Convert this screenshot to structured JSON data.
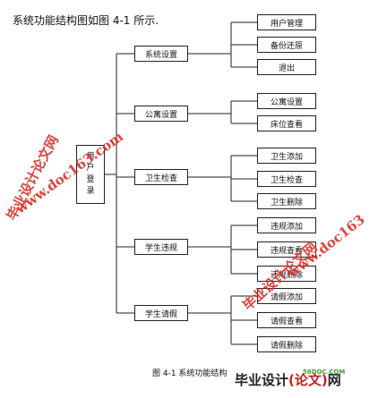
{
  "intro": "系统功能结构图如图 4-1 所示.",
  "root": {
    "chars": [
      "用",
      "户",
      "登",
      "录"
    ]
  },
  "modules": [
    {
      "label": "系统设置",
      "children": [
        "用户管理",
        "备份还原",
        "退出"
      ]
    },
    {
      "label": "公寓设置",
      "children": [
        "公寓设置",
        "床位查看"
      ]
    },
    {
      "label": "卫生检查",
      "children": [
        "卫生添加",
        "卫生检查",
        "卫生删除"
      ]
    },
    {
      "label": "学生违规",
      "children": [
        "违规添加",
        "违规查看",
        "违规删除"
      ]
    },
    {
      "label": "学生请假",
      "children": [
        "请假添加",
        "请假查看",
        "请假删除"
      ]
    }
  ],
  "caption": "图 4-1  系统功能结构",
  "watermarks": {
    "left_text": "毕业设计论文网",
    "left_url": "www.doc163.com",
    "right_text": "毕业设计论文网",
    "right_url": "www.doc163"
  },
  "logo": {
    "brand": "毕业设计",
    "reg": "(论文)",
    "suffix": "网",
    "url": "56DOC.COM"
  }
}
